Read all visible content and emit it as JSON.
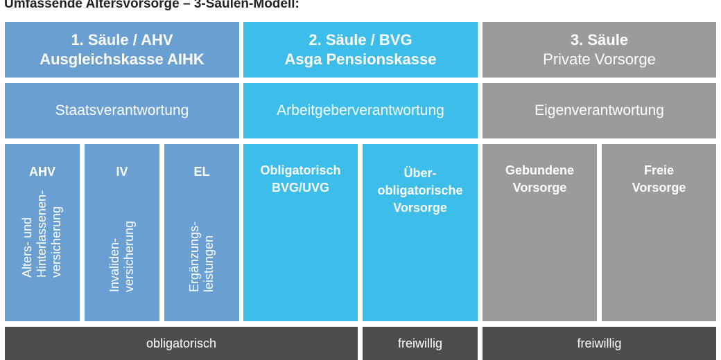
{
  "title": "Umfassende Altersvorsorge – 3-Säulen-Modell:",
  "pillars": [
    {
      "header_line1": "1. Säule / AHV",
      "header_line2": "Ausgleichskasse AIHK",
      "responsibility": "Staatsverantwortung",
      "color": "#6a9fd2",
      "subs": [
        {
          "label": "AHV",
          "vertical": [
            "Alters- und",
            "Hinterlassenen-",
            "versicherung"
          ]
        },
        {
          "label": "IV",
          "vertical": [
            "Invaliden-",
            "versicherung"
          ]
        },
        {
          "label": "EL",
          "vertical": [
            "Ergänzungs-",
            "leistungen"
          ]
        }
      ]
    },
    {
      "header_line1": "2. Säule / BVG",
      "header_line2": "Asga Pensionskasse",
      "responsibility": "Arbeitgeberverantwortung",
      "color": "#3dbde9",
      "subs": [
        {
          "label_lines": [
            "Obligatorisch",
            "BVG/UVG"
          ]
        },
        {
          "label_lines": [
            "Über-",
            "obligatorische",
            "Vorsorge"
          ]
        }
      ]
    },
    {
      "header_line1": "3. Säule",
      "header_line2": "Private Vorsorge",
      "responsibility": "Eigenverantwortung",
      "color": "#9b9b9b",
      "subs": [
        {
          "label_lines": [
            "Gebundene",
            "Vorsorge"
          ]
        },
        {
          "label_lines": [
            "Freie",
            "Vorsorge"
          ]
        }
      ]
    }
  ],
  "footer": {
    "obligatory": "obligatorisch",
    "voluntary_2": "freiwillig",
    "voluntary_3": "freiwillig",
    "color": "#4f4c4d"
  }
}
